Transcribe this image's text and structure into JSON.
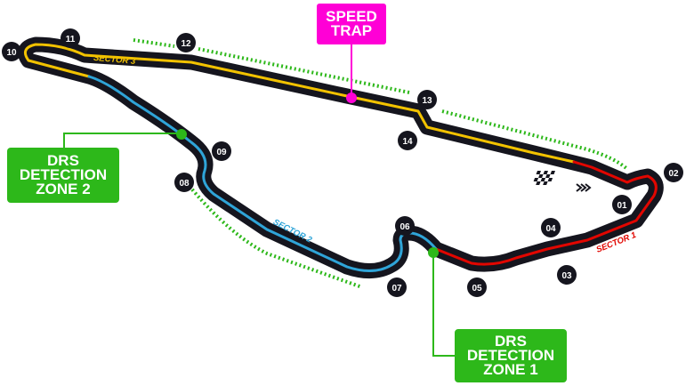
{
  "map": {
    "labels": {
      "speed_trap": "SPEED\nTRAP",
      "drs_zone_2": "DRS\nDETECTION\nZONE 2",
      "drs_zone_1": "DRS\nDETECTION\nZONE 1"
    },
    "sectors": {
      "sector_1": "SECTOR 1",
      "sector_2": "SECTOR 2",
      "sector_3": "SECTOR 3"
    },
    "turns": [
      "01",
      "02",
      "03",
      "04",
      "05",
      "06",
      "07",
      "08",
      "09",
      "10",
      "11",
      "12",
      "13",
      "14"
    ],
    "colors": {
      "track_outline": "#15151e",
      "sector_1": "#e10600",
      "sector_2": "#2fa4d8",
      "sector_3": "#f2c200",
      "drs_zone": "#2db81a",
      "speed_trap": "#ff00d6",
      "turn_badge": "#15151e",
      "dashed_guides": "#2db81a"
    },
    "icons": [
      "chequered-flag-icon",
      "direction-chevrons-icon"
    ]
  }
}
